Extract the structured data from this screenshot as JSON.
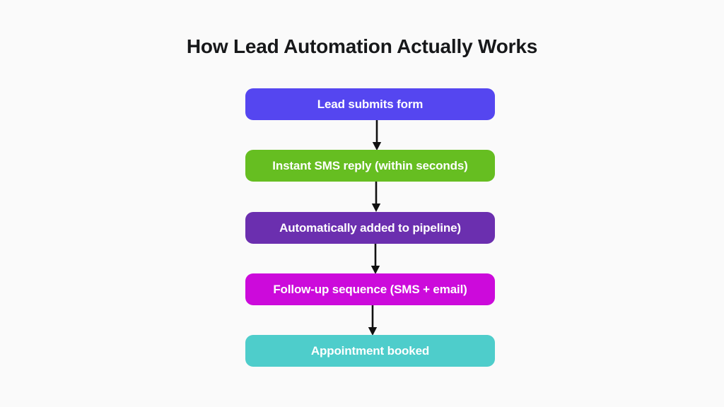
{
  "page": {
    "background_color": "#fafafa",
    "title": "How Lead Automation Actually Works",
    "title_color": "#17181a"
  },
  "diagram": {
    "type": "flowchart",
    "orientation": "vertical-top-down",
    "arrow_color": "#111111",
    "arrow_icon_name": "down-arrow-icon",
    "node_text_color": "#ffffff",
    "nodes": [
      {
        "id": "node-lead-submits-form",
        "label": "Lead submits form",
        "color": "#5546f0"
      },
      {
        "id": "node-instant-sms-reply",
        "label": "Instant SMS reply (within seconds)",
        "color": "#66be21"
      },
      {
        "id": "node-added-to-pipeline",
        "label": "Automatically added to pipeline)",
        "color": "#6b2faf"
      },
      {
        "id": "node-follow-up-sequence",
        "label": "Follow-up sequence (SMS + email)",
        "color": "#cc0adb"
      },
      {
        "id": "node-appointment-booked",
        "label": "Appointment booked",
        "color": "#4ecdcb"
      }
    ],
    "connectors": [
      {
        "from": "node-lead-submits-form",
        "to": "node-instant-sms-reply"
      },
      {
        "from": "node-instant-sms-reply",
        "to": "node-added-to-pipeline"
      },
      {
        "from": "node-added-to-pipeline",
        "to": "node-follow-up-sequence"
      },
      {
        "from": "node-follow-up-sequence",
        "to": "node-appointment-booked"
      }
    ]
  }
}
